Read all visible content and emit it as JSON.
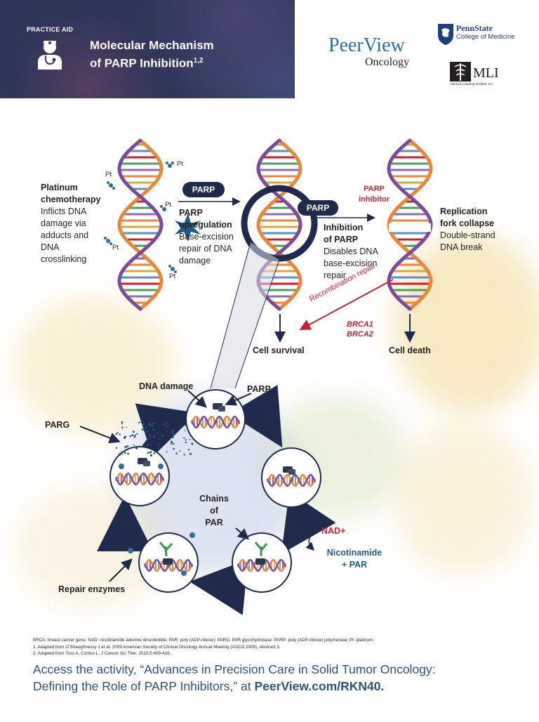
{
  "header": {
    "practice_aid": "PRACTICE AID",
    "title_line1": "Molecular Mechanism",
    "title_line2": "of PARP Inhibition",
    "title_sup": "1,2"
  },
  "logos": {
    "peerview": "PeerView",
    "oncology": "Oncology",
    "pennstate": "PennState",
    "pennstate_sub": "College of Medicine",
    "mli": "MLI",
    "mli_sub": "Medical Learning Institute, Inc."
  },
  "top_diagram": {
    "platinum_title1": "Platinum",
    "platinum_title2": "chemotherapy",
    "platinum_desc": [
      "Inflicts DNA",
      "damage via",
      "adducts and",
      "DNA",
      "crosslinking"
    ],
    "pt": "Pt",
    "parp_badge": "PARP",
    "parp_upreg_title1": "PARP",
    "parp_upreg_title2": "upregulation",
    "parp_upreg_desc": [
      "Base-excision",
      "repair of DNA",
      "damage"
    ],
    "parp_inhibitor1": "PARP",
    "parp_inhibitor2": "inhibitor",
    "parp_badge2": "PARP",
    "inhibition_title1": "Inhibition",
    "inhibition_title2": "of PARP",
    "inhibition_desc": [
      "Disables DNA",
      "base-excision",
      "repair"
    ],
    "replication_title1": "Replication",
    "replication_title2": "fork collapse",
    "replication_desc": [
      "Double-strand",
      "DNA break"
    ],
    "recombination": "Recombination repair",
    "brca1": "BRCA1",
    "brca2": "BRCA2",
    "cell_survival": "Cell survival",
    "cell_death": "Cell death"
  },
  "cycle": {
    "dna_damage": "DNA damage",
    "parp": "PARP",
    "parg": "PARG",
    "chains1": "Chains",
    "chains2": "of",
    "chains3": "PAR",
    "nad": "NAD+",
    "nicotinamide1": "Nicotinamide",
    "nicotinamide2": "+ PAR",
    "repair_enzymes": "Repair enzymes"
  },
  "footnotes": {
    "abbrev": "BRCA: breast cancer gene; NAD: nicotinamide adenine dinucleotide; PAR: poly (ADP-ribose); PARG: PAR glycohydrolase; PARP: poly (ADP-ribose) polymerase; Pt: platinum.",
    "ref1": "1. Adapted from O’Shaughnessy J et al. 2009 American Society of Clinical Oncology Annual Meeting (ASCO 2009). Abstract 3.",
    "ref2_pre": "2. Adapted from Toss A, Cortesi L. ",
    "ref2_journal": "J Cancer Sci Ther.",
    "ref2_post": " 2013;5:409-416."
  },
  "access": {
    "line1": "Access the activity, “Advances in Precision Care in Solid Tumor Oncology:",
    "line2_pre": "Defining the Role of PARP Inhibitors,” at ",
    "link": "PeerView.com/RKN40."
  },
  "colors": {
    "header_bg": "#2d3559",
    "strand_orange": "#e8873a",
    "strand_purple": "#7b4a9a",
    "navy": "#1f2a4d",
    "accent_red": "#c8202f",
    "teal": "#1d5b86"
  }
}
